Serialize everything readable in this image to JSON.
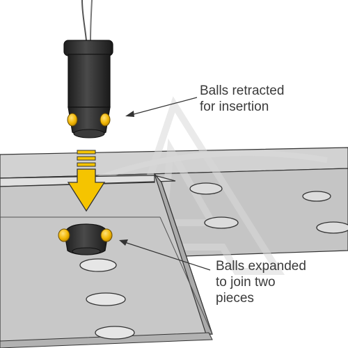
{
  "labels": {
    "retracted": {
      "line1": "Balls retracted",
      "line2": "for insertion"
    },
    "expanded": {
      "line1": "Balls expanded",
      "line2": "to join two",
      "line3": "pieces"
    }
  },
  "colors": {
    "table_top": "#c3c3c3",
    "table_edge": "#d4d4d4",
    "table_side": "#b4b4b4",
    "outline": "#333333",
    "clamp_body": "#2c2c2c",
    "ball_yellow": "#f2b705",
    "arrow_yellow": "#f5c400",
    "watermark": "#d6d6d6"
  }
}
